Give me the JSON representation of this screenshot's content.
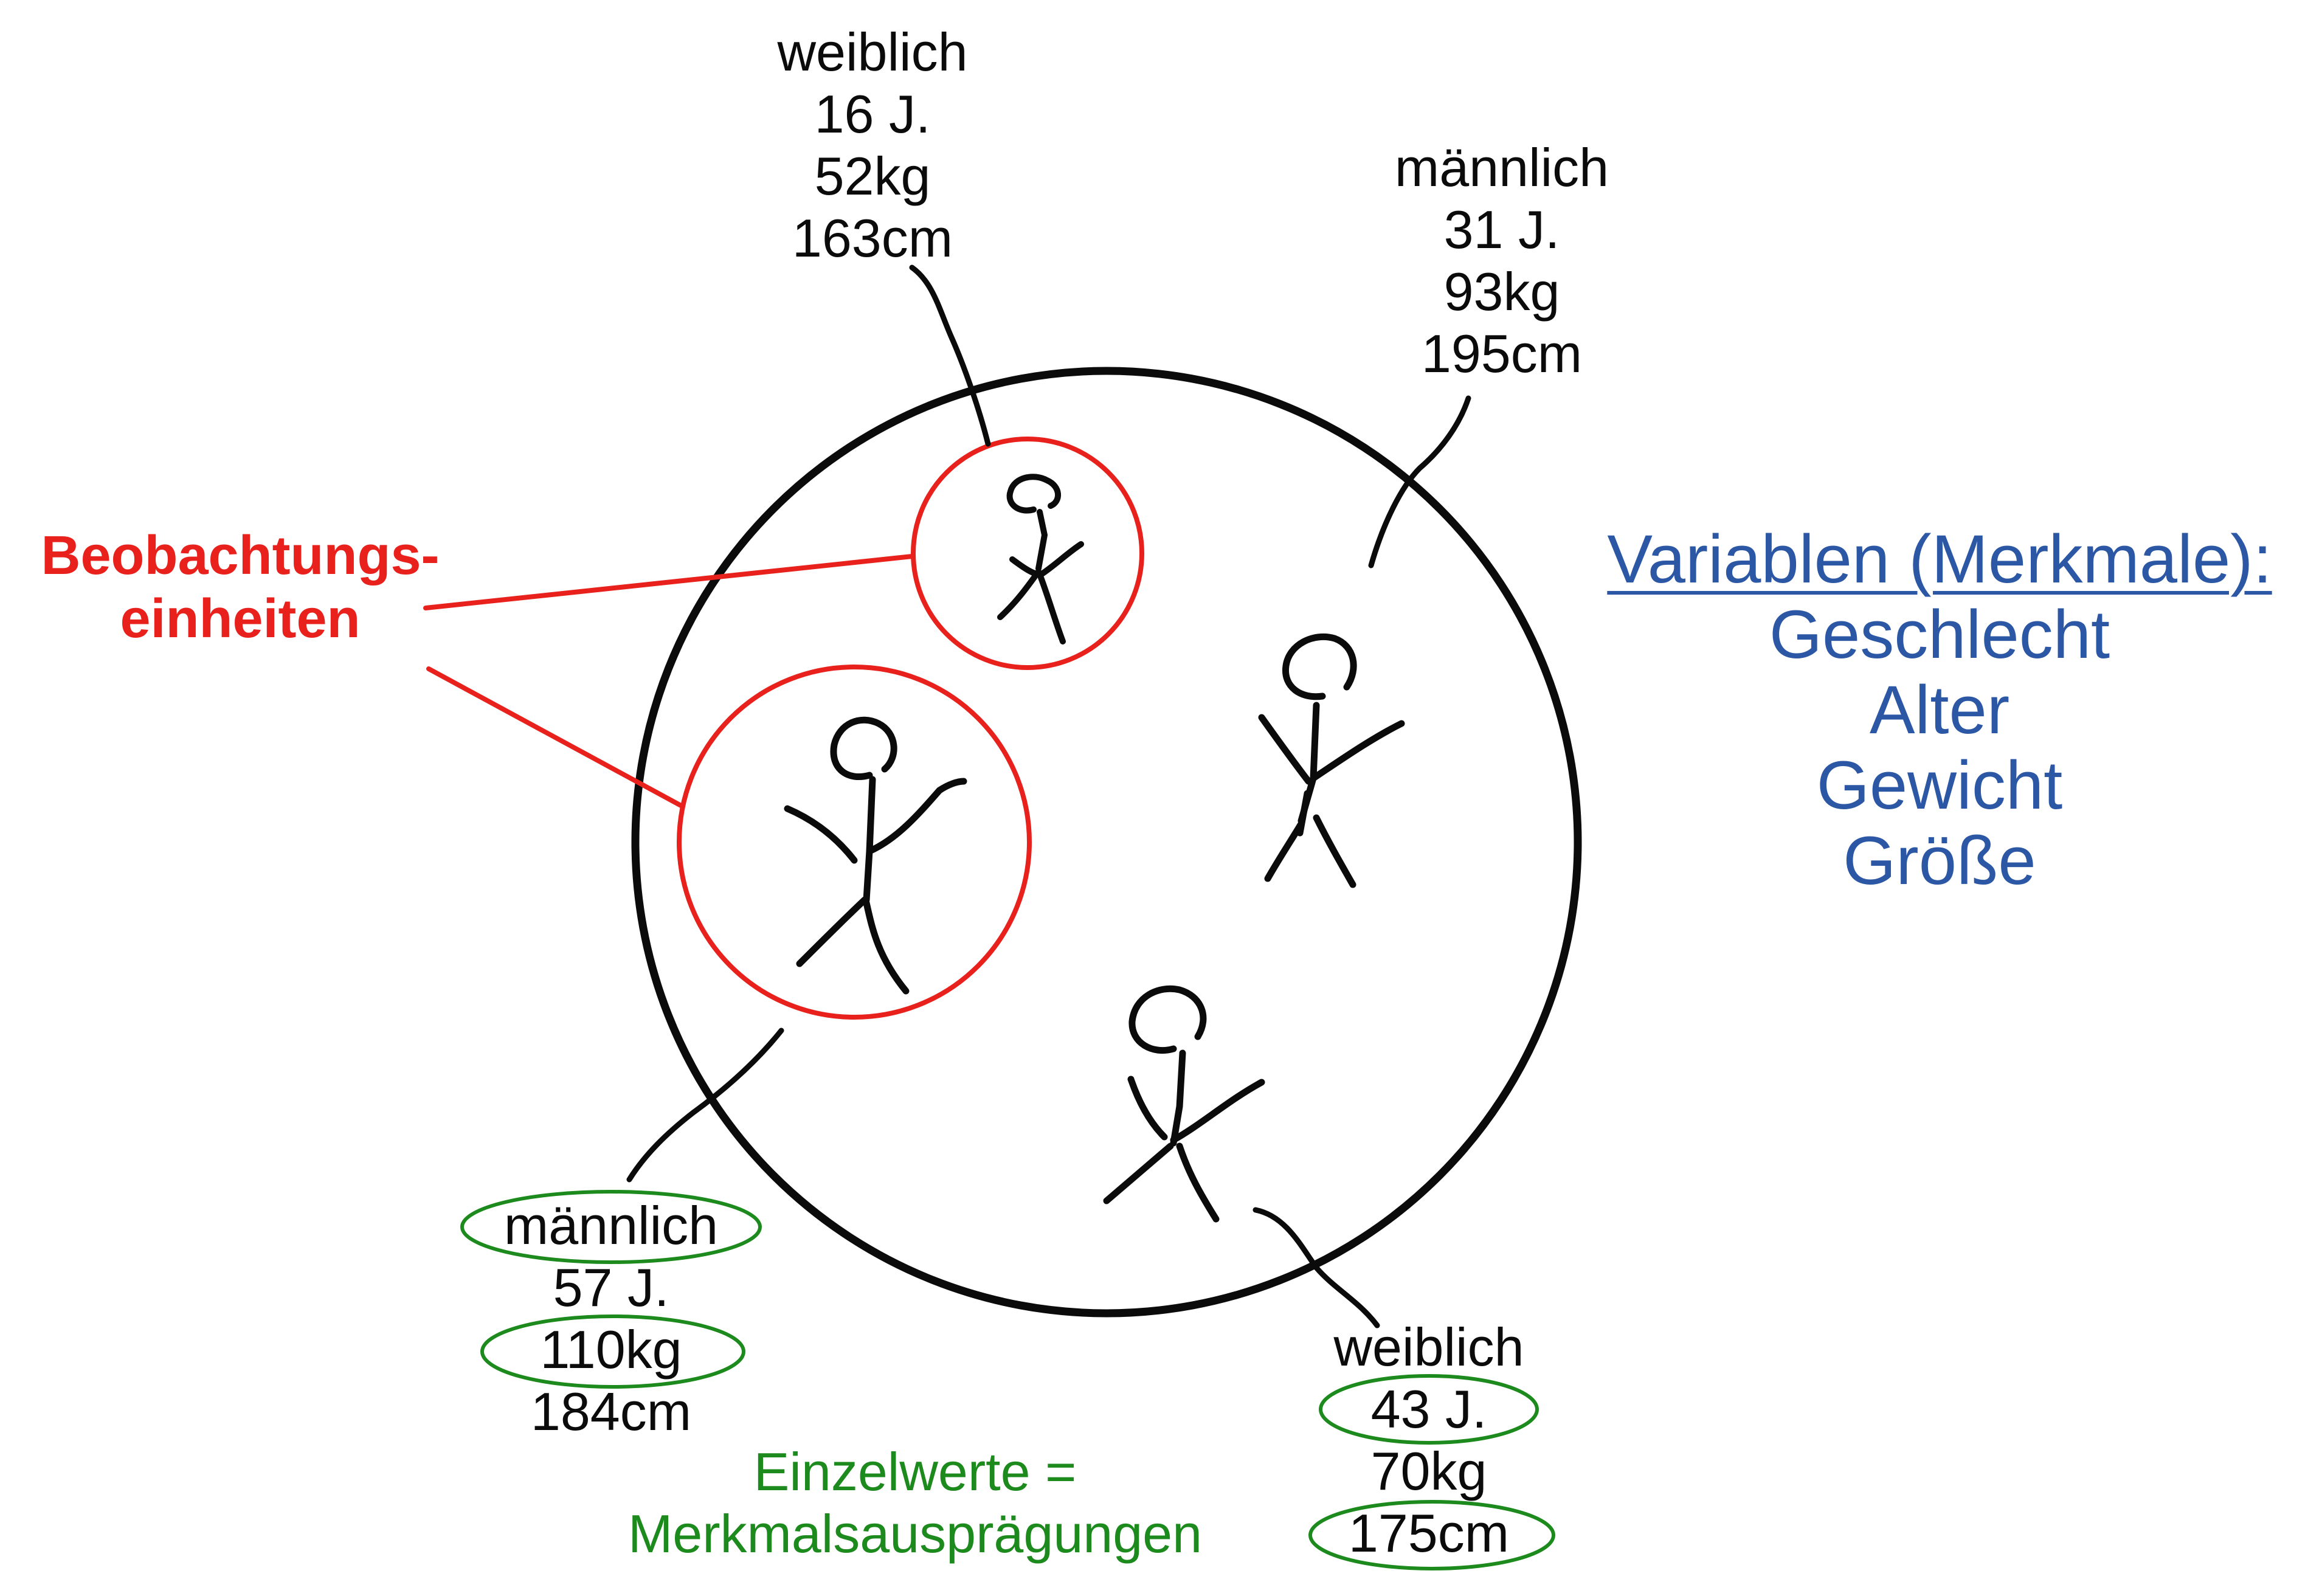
{
  "units": [
    {
      "name": "unit-top-left",
      "sex": "weiblich",
      "age": "16 J.",
      "weight": "52kg",
      "height": "163cm"
    },
    {
      "name": "unit-top-right",
      "sex": "männlich",
      "age": "31 J.",
      "weight": "93kg",
      "height": "195cm"
    },
    {
      "name": "unit-bottom-left",
      "sex": "männlich",
      "age": "57 J.",
      "weight": "110kg",
      "height": "184cm"
    },
    {
      "name": "unit-bottom-right",
      "sex": "weiblich",
      "age": "43 J.",
      "weight": "70kg",
      "height": "175cm"
    }
  ],
  "observation_label": {
    "line1": "Beobachtungs-",
    "line2": "einheiten"
  },
  "variables": {
    "title": "Variablen (Merkmale):",
    "items": [
      "Geschlecht",
      "Alter",
      "Gewicht",
      "Größe"
    ]
  },
  "values_caption": {
    "line1": "Einzelwerte =",
    "line2": "Merkmalsausprägungen"
  },
  "colors": {
    "ink": "#0b0b0b",
    "observation": "#e8211d",
    "variables": "#2b57a5",
    "values": "#1c8a1c"
  }
}
